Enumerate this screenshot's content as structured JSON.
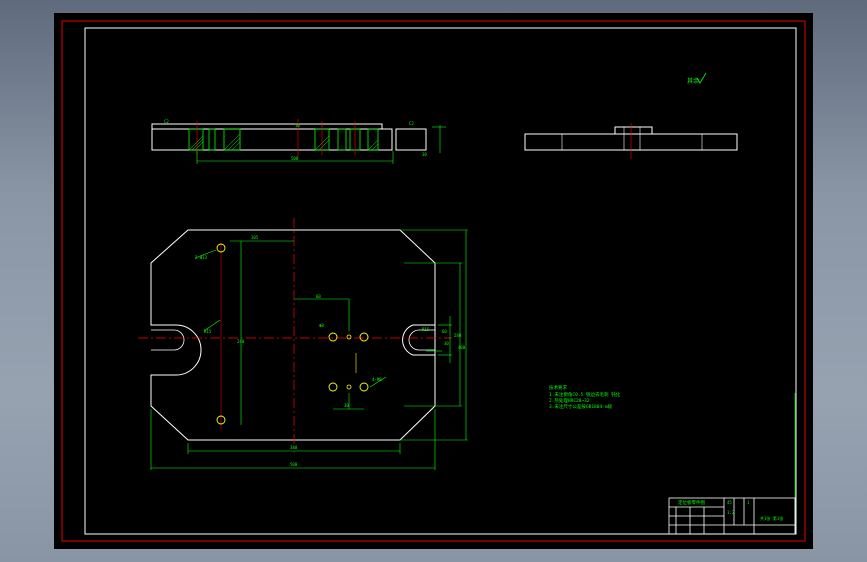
{
  "drawing": {
    "roughness_note": "其余",
    "technical_requirements": {
      "heading": "技术要求",
      "items": [
        "1.未注倒角C0.5 锐边去毛刺 钝化",
        "2.热处理HRC28~32",
        "3.未注尺寸公差按GB1804-m级"
      ]
    },
    "dimensions": {
      "front_bottom": "500",
      "front_center": "10",
      "front_left_chamfer": "C2",
      "front_right_chamfer": "C2",
      "front_right_height": "30",
      "top_left_hole_x": "105",
      "top_left_hole_dia": "2-Φ13",
      "top_left_ushape": "R15",
      "top_left_vertical": "240",
      "top_center_x": "60",
      "top_right_slot": "R15",
      "top_center_hole": "Φ8",
      "top_right_hole": "4-M8",
      "top_dist": "30",
      "top_bottom_inner": "340",
      "top_bottom_outer": "500",
      "top_right_inner": "280",
      "top_right_outer": "400",
      "top_right_mid1": "60",
      "top_right_mid2": "30"
    },
    "title_block": {
      "title": "定位板零件图",
      "material": "45",
      "scale": "1:2",
      "count": "1",
      "sheet": "共1张 第1张"
    }
  },
  "colors": {
    "background": "#000000",
    "outline": "#ffffff",
    "dimension": "#00ff00",
    "center_line": "#ff0000",
    "border_red": "#c00000",
    "hatch": "#00ff00",
    "hole": "#ffff00"
  }
}
